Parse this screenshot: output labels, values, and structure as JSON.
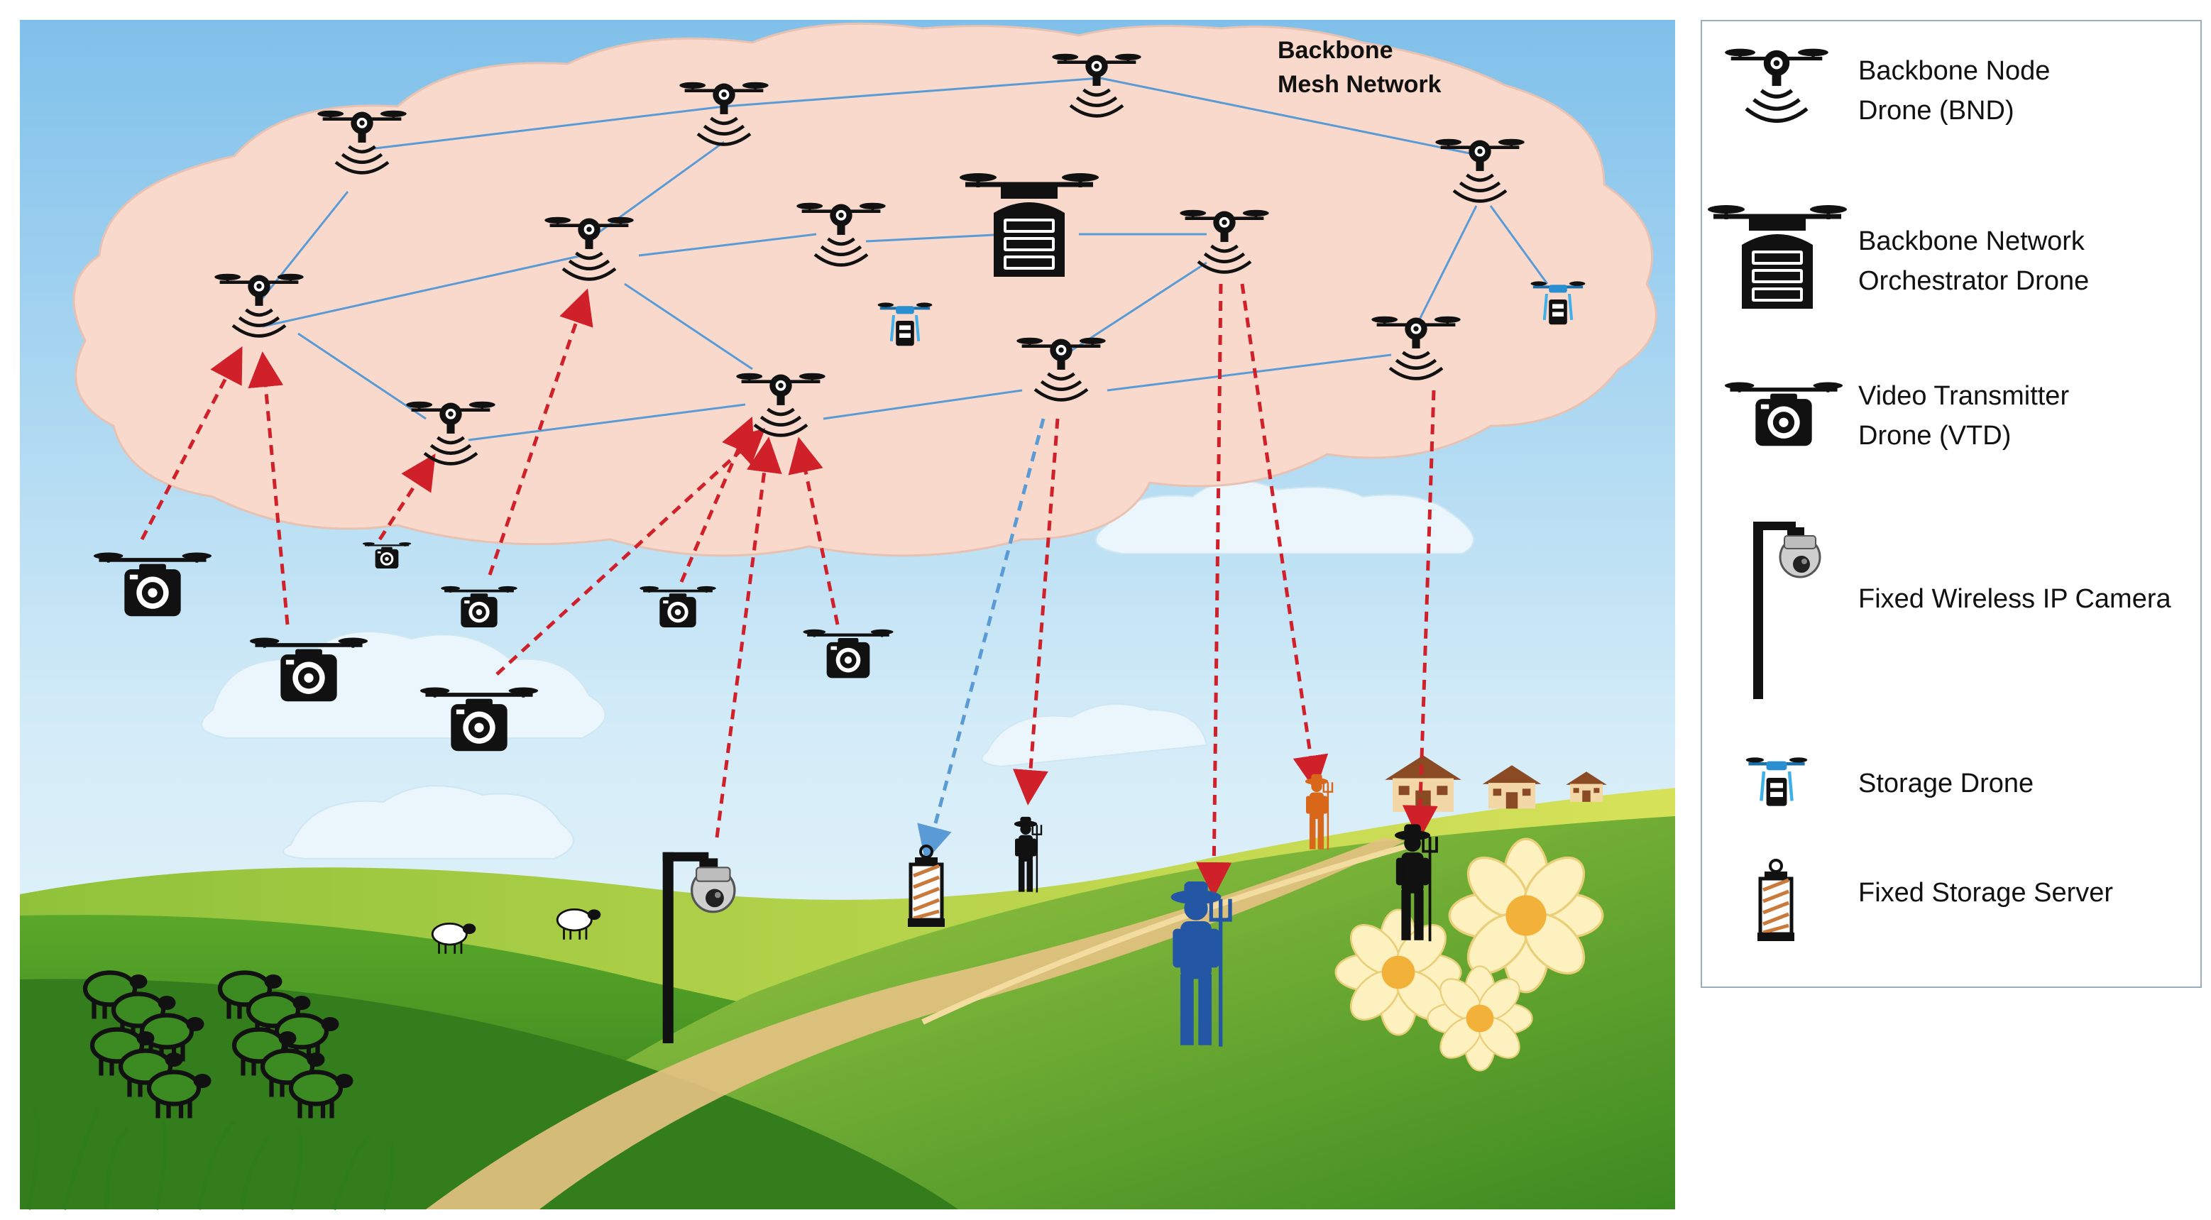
{
  "diagram": {
    "cloud_label": [
      "Backbone",
      "Mesh Network"
    ]
  },
  "legend": {
    "items": [
      {
        "name": "bnd",
        "lines": [
          "Backbone Node",
          "Drone (BND)"
        ]
      },
      {
        "name": "orchestrator",
        "lines": [
          "Backbone Network",
          "Orchestrator Drone"
        ]
      },
      {
        "name": "vtd",
        "lines": [
          "Video Transmitter",
          "Drone (VTD)"
        ]
      },
      {
        "name": "camera",
        "lines": [
          "Fixed Wireless IP Camera"
        ]
      },
      {
        "name": "storage-drone",
        "lines": [
          "Storage Drone"
        ]
      },
      {
        "name": "storage-server",
        "lines": [
          "Fixed Storage Server"
        ]
      }
    ]
  },
  "colors": {
    "sky": "#c9e6f6",
    "cloud": "#f8d9cc",
    "link": "#5b9bd5",
    "uplink": "#d0202a",
    "storage_link": "#5b9bd5",
    "hill_dark": "#3f8a22",
    "hill_light": "#a8cc3c",
    "farmer_blue": "#2456a6",
    "farmer_orange": "#d9671a"
  }
}
